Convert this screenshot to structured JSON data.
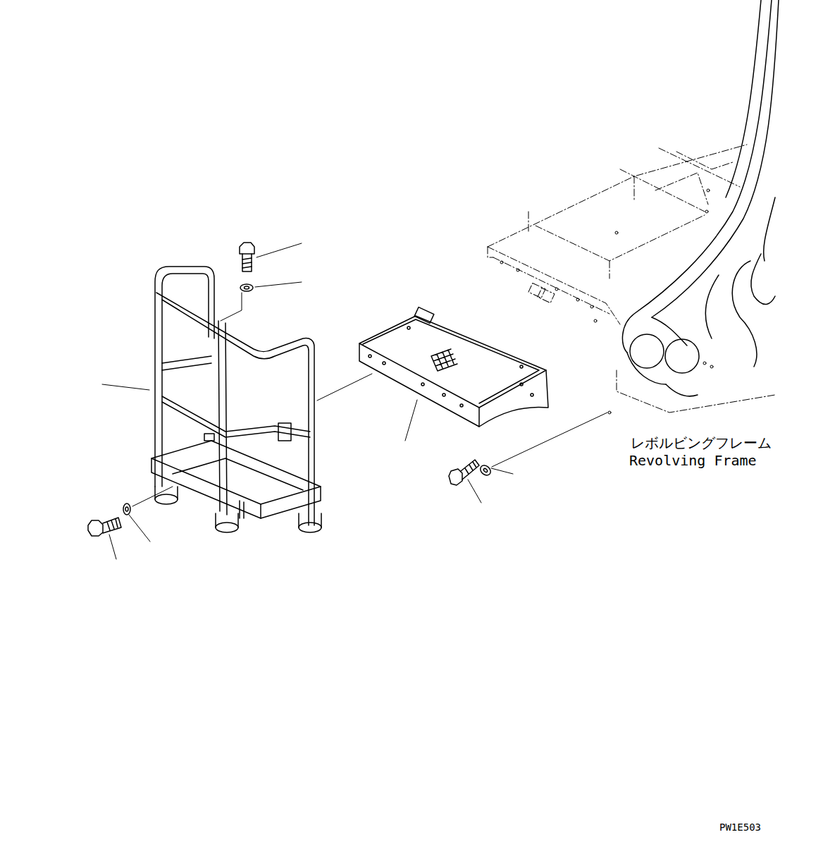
{
  "diagram": {
    "labels": [
      "レボルビングフレーム",
      "Revolving Frame",
      "PW1E503"
    ]
  }
}
